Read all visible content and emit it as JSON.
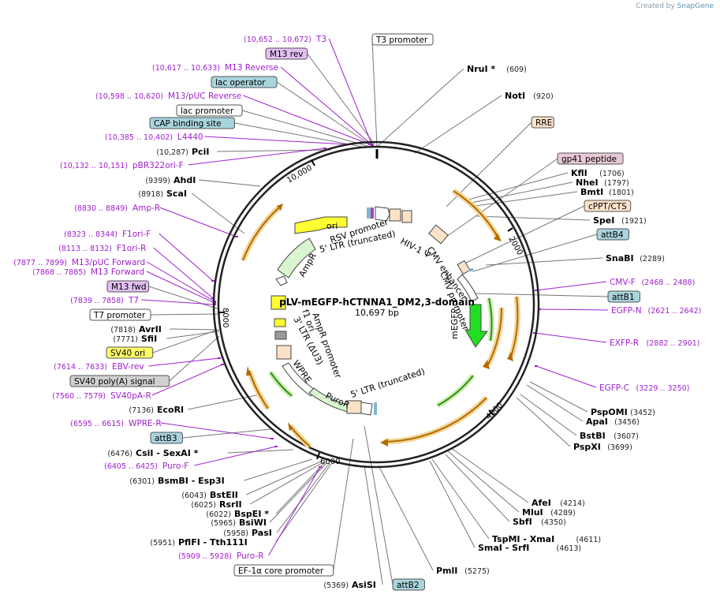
{
  "credit": {
    "created_by": "Created by",
    "brand": "SnapGene"
  },
  "plasmid": {
    "name": "pLV-mEGFP-hCTNNA1_DM2,3-domain",
    "size": "10,697 bp"
  },
  "ticks": [
    "2000",
    "4000",
    "6000",
    "8000",
    "10,000"
  ],
  "boxed_labels": [
    {
      "key": "t3p",
      "text": "T3 promoter",
      "color": "#ffffff"
    },
    {
      "key": "m13rev",
      "text": "M13 rev",
      "color": "#e2bef2"
    },
    {
      "key": "lacop",
      "text": "lac operator",
      "color": "#a8d4dc"
    },
    {
      "key": "lacp",
      "text": "lac promoter",
      "color": "#ffffff"
    },
    {
      "key": "cap",
      "text": "CAP binding site",
      "color": "#a8d4dc"
    },
    {
      "key": "rre",
      "text": "RRE",
      "color": "#fbe1c8"
    },
    {
      "key": "gp41",
      "text": "gp41 peptide",
      "color": "#e8c8d6"
    },
    {
      "key": "cppt",
      "text": "cPPT/CTS",
      "color": "#fbe1c8"
    },
    {
      "key": "attb4",
      "text": "attB4",
      "color": "#a8d4dc"
    },
    {
      "key": "attb1",
      "text": "attB1",
      "color": "#a8d4dc"
    },
    {
      "key": "m13fwd",
      "text": "M13 fwd",
      "color": "#e2bef2"
    },
    {
      "key": "t7p",
      "text": "T7 promoter",
      "color": "#ffffff"
    },
    {
      "key": "sv40ori",
      "text": "SV40 ori",
      "color": "#ffff66"
    },
    {
      "key": "sv40pa",
      "text": "SV40 poly(A) signal",
      "color": "#d0d0d0"
    },
    {
      "key": "attb3",
      "text": "attB3",
      "color": "#a8d4dc"
    },
    {
      "key": "ef1a",
      "text": "EF-1α core promoter",
      "color": "#ffffff"
    },
    {
      "key": "attb2",
      "text": "attB2",
      "color": "#a8d4dc"
    }
  ],
  "enzymes": [
    {
      "name": "NruI *",
      "pos": "(609)"
    },
    {
      "name": "NotI",
      "pos": "(920)"
    },
    {
      "name": "KflI",
      "pos": "(1706)"
    },
    {
      "name": "NheI",
      "pos": "(1797)"
    },
    {
      "name": "BmtI",
      "pos": "(1801)"
    },
    {
      "name": "SpeI",
      "pos": "(1921)"
    },
    {
      "name": "SnaBI",
      "pos": "(2289)"
    },
    {
      "name": "PspOMI",
      "pos": "(3452)"
    },
    {
      "name": "ApaI",
      "pos": "(3456)"
    },
    {
      "name": "BstBI",
      "pos": "(3607)"
    },
    {
      "name": "PspXI",
      "pos": "(3699)"
    },
    {
      "name": "AfeI",
      "pos": "(4214)"
    },
    {
      "name": "MluI",
      "pos": "(4289)"
    },
    {
      "name": "SbfI",
      "pos": "(4350)"
    },
    {
      "name": "TspMI",
      "pos": "(4611)",
      "name2": "XmaI"
    },
    {
      "name": "SmaI",
      "pos": "(4613)",
      "name2": "SrfI"
    },
    {
      "name": "PmlI",
      "pos": "(5275)"
    },
    {
      "name": "AsiSI",
      "pos": "(5369)"
    },
    {
      "name": "PflFI",
      "pos": "(5951)",
      "name2": "Tth111I"
    },
    {
      "name": "PasI",
      "pos": "(5958)"
    },
    {
      "name": "BsiWI",
      "pos": "(5965)"
    },
    {
      "name": "BspEI *",
      "pos": "(6022)"
    },
    {
      "name": "RsrII",
      "pos": "(6025)"
    },
    {
      "name": "BstEII",
      "pos": "(6043)"
    },
    {
      "name": "BsmBI",
      "pos": "(6301)",
      "name2": "Esp3I"
    },
    {
      "name": "CsiI",
      "pos": "(6476)",
      "name2": "SexAI *"
    },
    {
      "name": "EcoRI",
      "pos": "(7136)"
    },
    {
      "name": "SfiI",
      "pos": "(7771)"
    },
    {
      "name": "AvrII",
      "pos": "(7818)"
    },
    {
      "name": "ScaI",
      "pos": "(8918)"
    },
    {
      "name": "AhdI",
      "pos": "(9399)"
    },
    {
      "name": "PciI",
      "pos": "(10,287)"
    }
  ],
  "primers": [
    {
      "name": "T3",
      "pos": "(10,652 .. 10,672)"
    },
    {
      "name": "M13 Reverse",
      "pos": "(10,617 .. 10,633)"
    },
    {
      "name": "M13/pUC Reverse",
      "pos": "(10,598 .. 10,620)"
    },
    {
      "name": "L4440",
      "pos": "(10,385 .. 10,402)"
    },
    {
      "name": "pBR322ori-F",
      "pos": "(10,132 .. 10,151)"
    },
    {
      "name": "Amp-R",
      "pos": "(8830 .. 8849)"
    },
    {
      "name": "F1ori-F",
      "pos": "(8323 .. 8344)"
    },
    {
      "name": "F1ori-R",
      "pos": "(8113 .. 8132)"
    },
    {
      "name": "M13/pUC Forward",
      "pos": "(7877 .. 7899)"
    },
    {
      "name": "M13 Forward",
      "pos": "(7868 .. 7885)"
    },
    {
      "name": "T7",
      "pos": "(7839 .. 7858)"
    },
    {
      "name": "EBV-rev",
      "pos": "(7614 .. 7633)"
    },
    {
      "name": "SV40pA-R",
      "pos": "(7560 .. 7579)"
    },
    {
      "name": "WPRE-R",
      "pos": "(6595 .. 6615)"
    },
    {
      "name": "Puro-F",
      "pos": "(6405 .. 6425)"
    },
    {
      "name": "Puro-R",
      "pos": "(5909 .. 5928)"
    },
    {
      "name": "CMV-F",
      "pos": "(2468 .. 2488)"
    },
    {
      "name": "EGFP-N",
      "pos": "(2621 .. 2642)"
    },
    {
      "name": "EXFP-R",
      "pos": "(2882 .. 2901)"
    },
    {
      "name": "EGFP-C",
      "pos": "(3229 .. 3250)"
    }
  ],
  "features": [
    {
      "text": "ori"
    },
    {
      "text": "RSV promoter"
    },
    {
      "text": "5' LTR (truncated)"
    },
    {
      "text": "HIV-1 Ψ"
    },
    {
      "text": "CMV enhancer"
    },
    {
      "text": "CMV promoter"
    },
    {
      "text": "mEGFP"
    },
    {
      "text": "AmpR"
    },
    {
      "text": "AmpR promoter"
    },
    {
      "text": "f1 ori"
    },
    {
      "text": "3' LTR (ΔU3)"
    },
    {
      "text": "WPRE"
    },
    {
      "text": "PuroR"
    },
    {
      "text": "5' LTR (truncated)"
    }
  ]
}
